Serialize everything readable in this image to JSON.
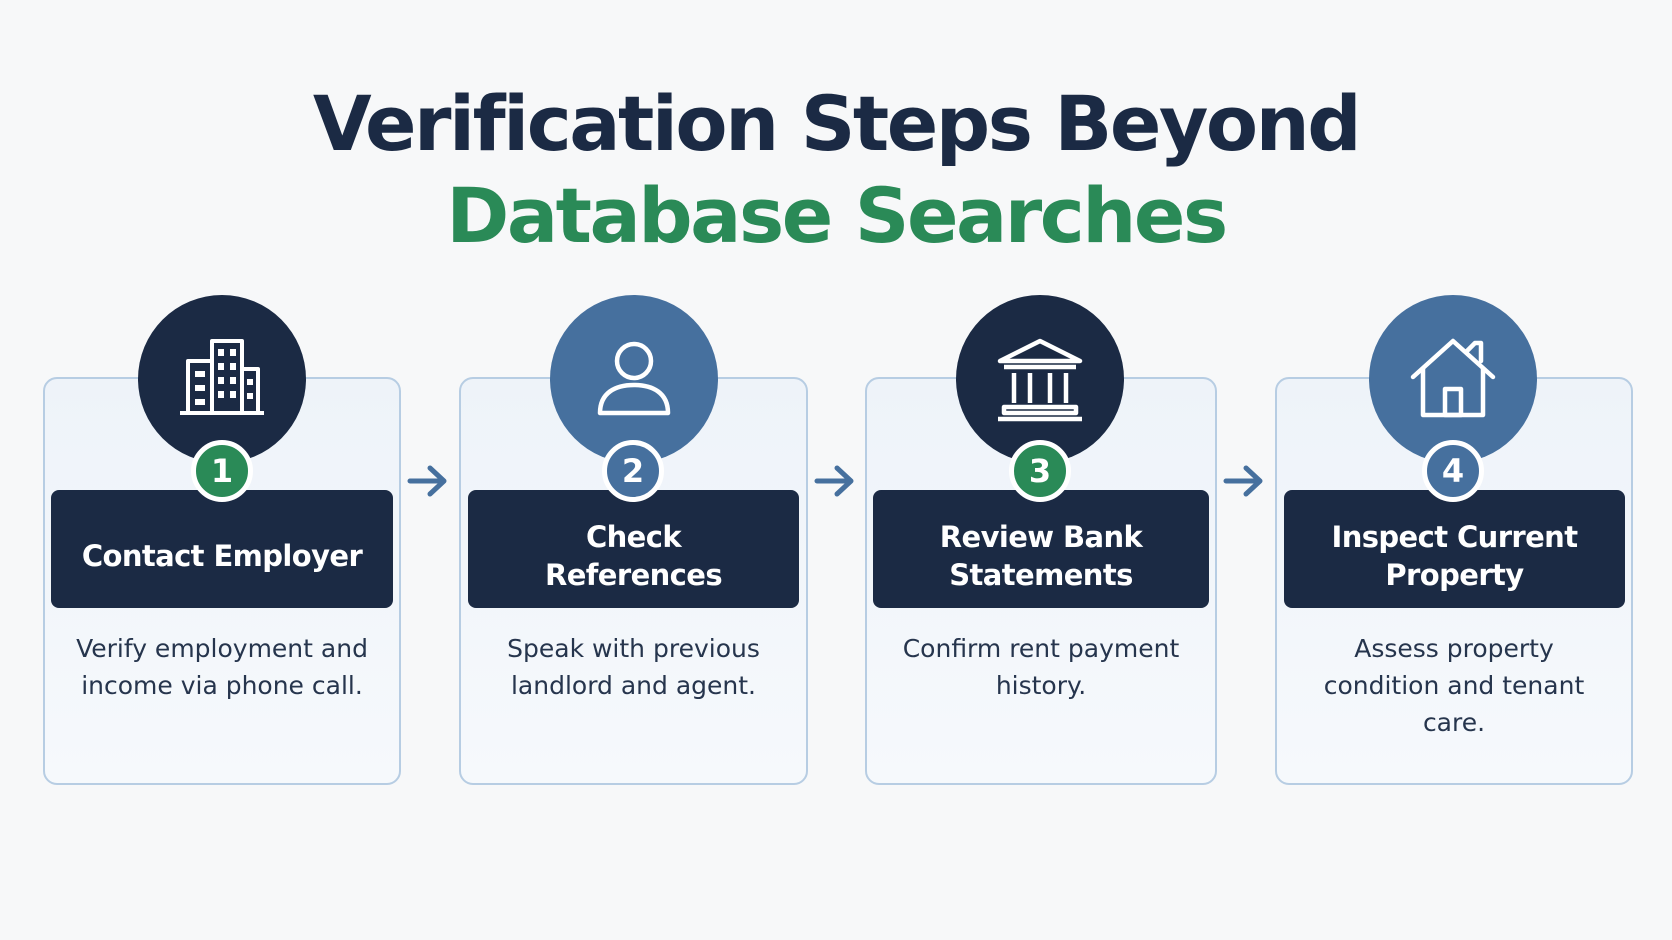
{
  "title": {
    "line1": "Verification Steps Beyond",
    "line2": "Database Searches"
  },
  "steps": [
    {
      "number": "1",
      "label": "Contact Employer",
      "description": "Verify employment and income via phone call.",
      "icon": "office-building-icon"
    },
    {
      "number": "2",
      "label": "Check References",
      "description": "Speak with previous landlord and agent.",
      "icon": "person-icon"
    },
    {
      "number": "3",
      "label": "Review Bank Statements",
      "description": "Confirm rent payment history.",
      "icon": "bank-icon"
    },
    {
      "number": "4",
      "label": "Inspect Current Property",
      "description": "Assess property condition and tenant care.",
      "icon": "house-icon"
    }
  ],
  "colors": {
    "navy": "#1b2a44",
    "green": "#2a8a57",
    "steel_blue": "#46709e",
    "card_border": "#b7cde3"
  }
}
